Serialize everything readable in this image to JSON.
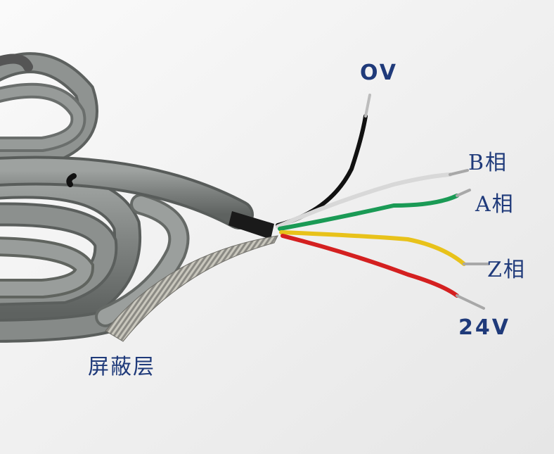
{
  "labels": {
    "ov": "OV",
    "b_phase": "B相",
    "a_phase": "A相",
    "z_phase": "Z相",
    "v24": "24V",
    "shield": "屏蔽层"
  },
  "colors": {
    "label_text": "#1f3a7a",
    "cable_gray": "#8a8e8c",
    "wire_black": "#111111",
    "wire_white": "#d8d8d8",
    "wire_green": "#1a9a55",
    "wire_yellow": "#e8c21a",
    "wire_red": "#d42020"
  }
}
